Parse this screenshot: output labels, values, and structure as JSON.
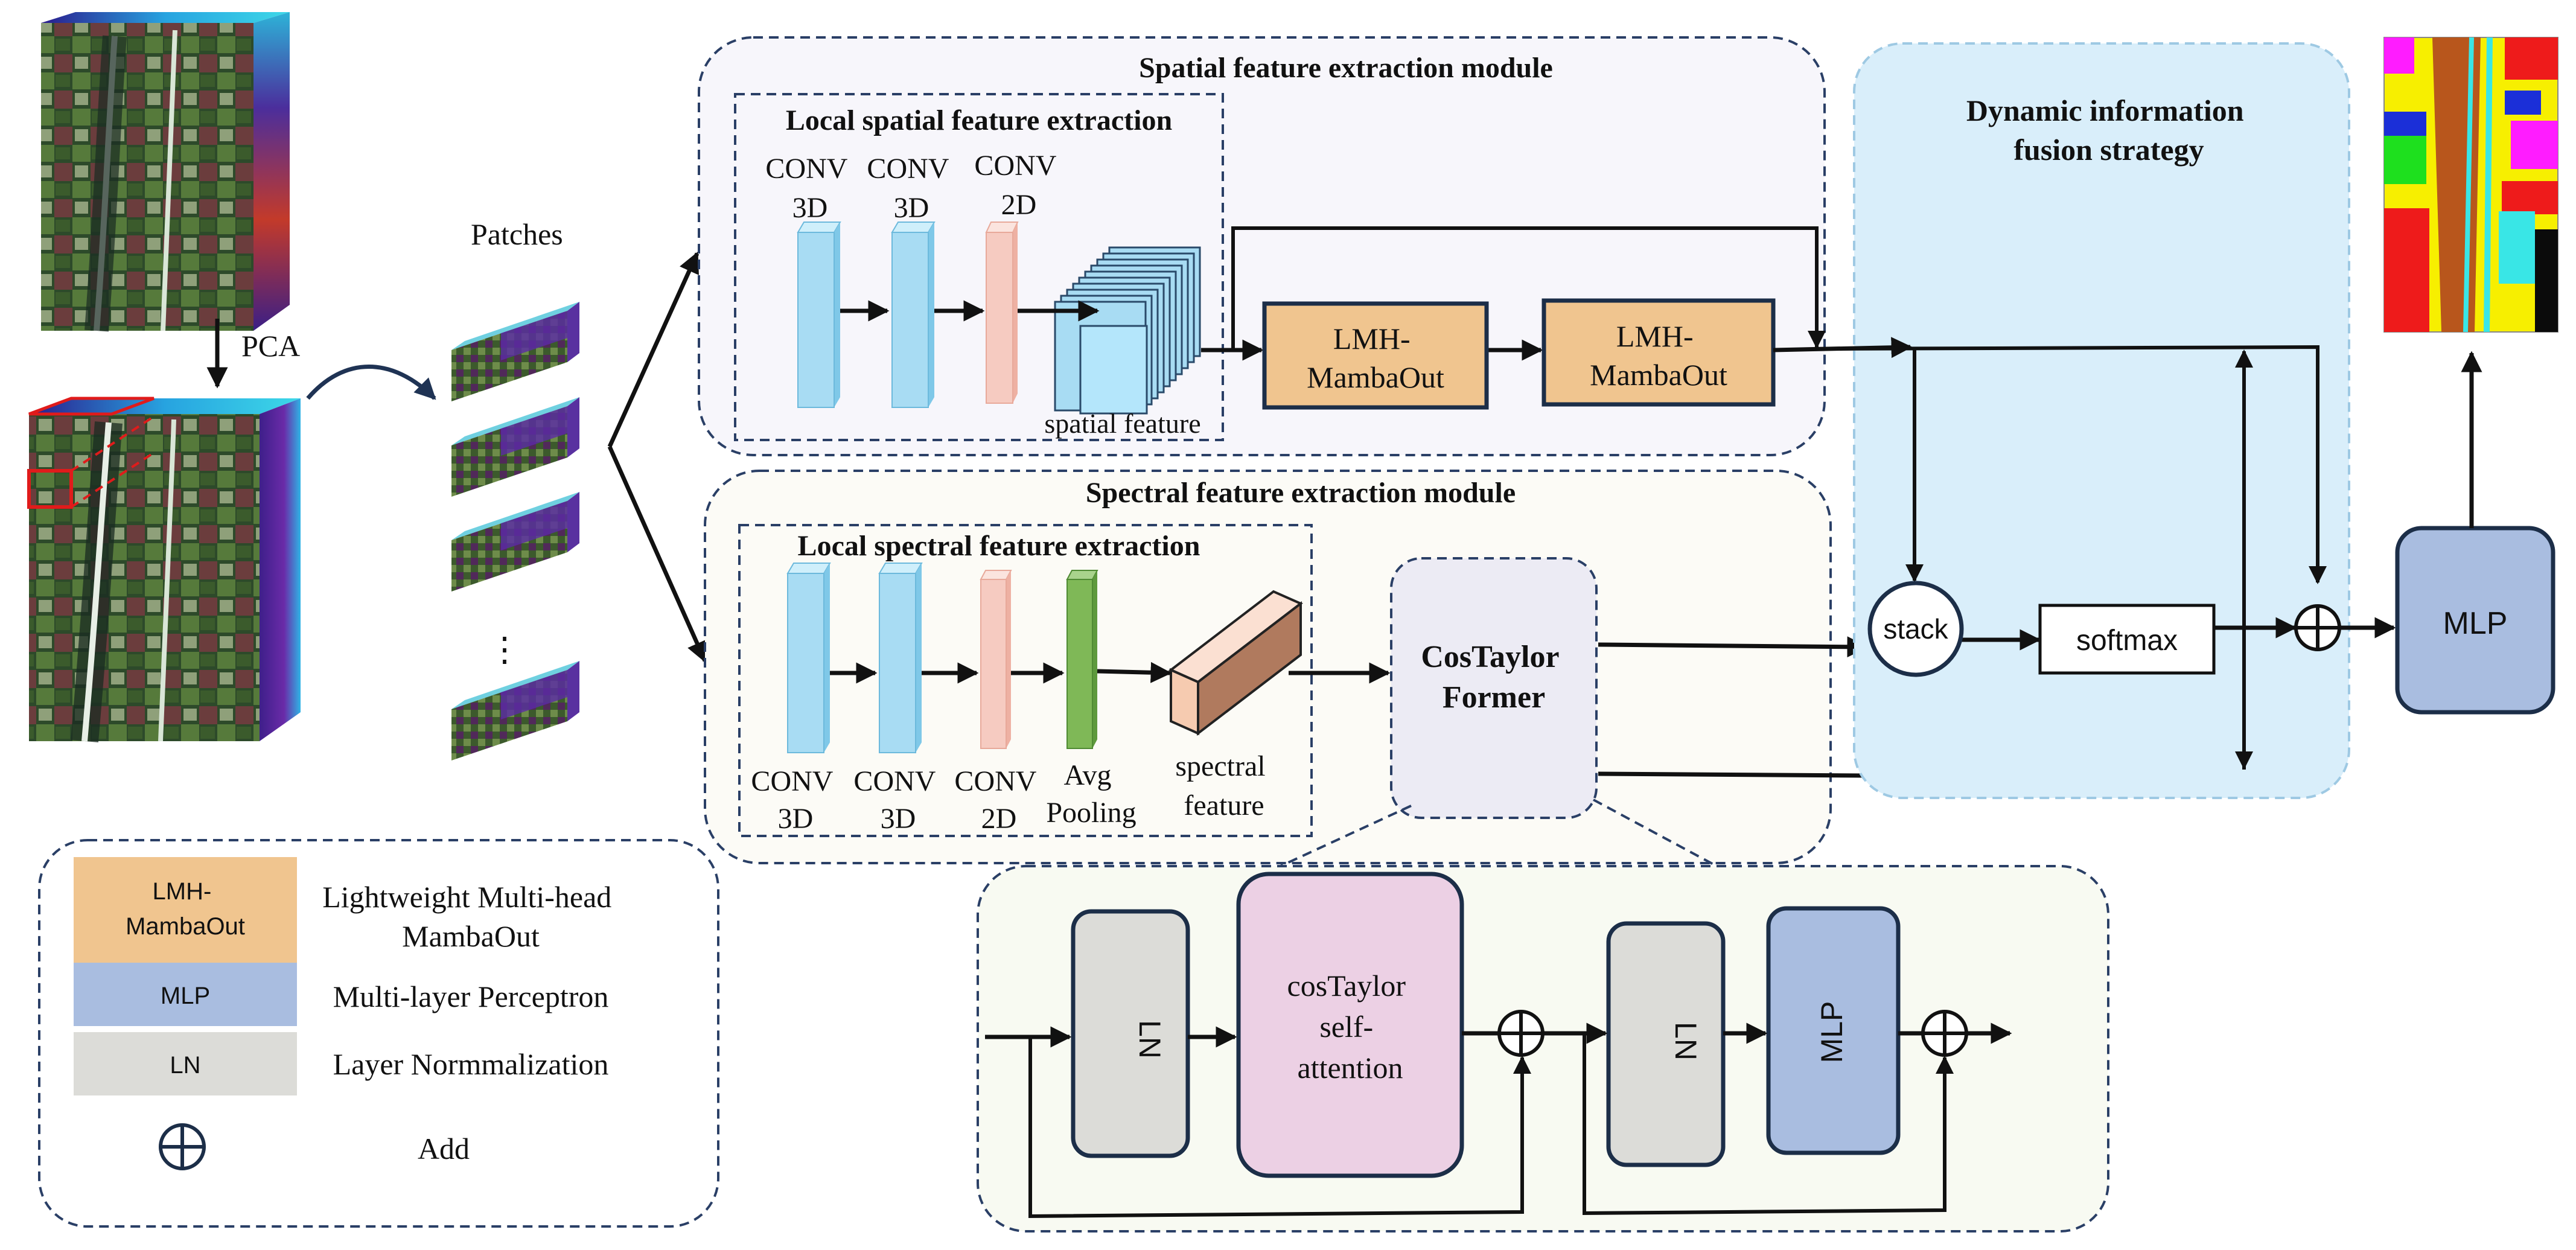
{
  "modules": {
    "spatial": {
      "title": "Spatial feature extraction module",
      "local_title": "Local spatial feature extraction",
      "conv1": [
        "CONV",
        "3D"
      ],
      "conv2": [
        "CONV",
        "3D"
      ],
      "conv3": [
        "CONV",
        "2D"
      ],
      "feature_label": "spatial feature",
      "lmh1": [
        "LMH-",
        "MambaOut"
      ],
      "lmh2": [
        "LMH-",
        "MambaOut"
      ]
    },
    "spectral": {
      "title": "Spectral feature extraction module",
      "local_title": "Local spectral feature extraction",
      "conv1": [
        "CONV",
        "3D"
      ],
      "conv2": [
        "CONV",
        "3D"
      ],
      "conv3": [
        "CONV",
        "2D"
      ],
      "pool": [
        "Avg",
        "Pooling"
      ],
      "feature_label": [
        "spectral",
        "feature"
      ],
      "former": [
        "CosTaylor",
        "Former"
      ]
    },
    "fusion": {
      "title": [
        "Dynamic information",
        "fusion strategy"
      ],
      "stack": "stack",
      "softmax": "softmax"
    }
  },
  "input": {
    "pca_label": "PCA",
    "patches_label": "Patches",
    "ellipsis": "⋮"
  },
  "output": {
    "mlp": "MLP"
  },
  "detail": {
    "ln1": "LN",
    "attention": [
      "cosTaylor",
      "self-",
      "attention"
    ],
    "ln2": "LN",
    "mlp": "MLP"
  },
  "legend": [
    {
      "key": [
        "LMH-",
        "MambaOut"
      ],
      "desc": [
        "Lightweight Multi-head",
        "MambaOut"
      ],
      "color": "#f0c58f"
    },
    {
      "key": [
        "MLP"
      ],
      "desc": [
        "Multi-layer Perceptron"
      ],
      "color": "#a9bde0"
    },
    {
      "key": [
        "LN"
      ],
      "desc": [
        "Layer Normmalization"
      ],
      "color": "#dcdcd8"
    },
    {
      "key": [
        "⊕"
      ],
      "desc": [
        "Add"
      ],
      "color": "#ffffff"
    }
  ],
  "colors": {
    "conv3d": "#a8dcf3",
    "conv2d": "#f6cbc1",
    "pool": "#7fb857",
    "lmh": "#f0c58f",
    "mlp": "#a9bde0",
    "ln": "#dcdcd8",
    "attention": "#ecd0e4",
    "former": "#ecebf4",
    "fusion_bg": "#d9eefa",
    "spatial_bg": "#f7f6fb",
    "spectral_bg": "#fcfbf6",
    "detail_bg": "#f8faf2"
  }
}
